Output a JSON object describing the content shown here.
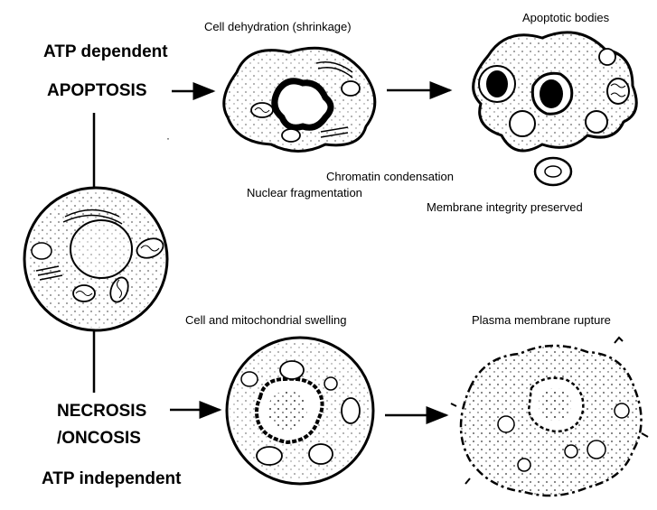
{
  "labels": {
    "atp_dependent": "ATP dependent",
    "apoptosis": "APOPTOSIS",
    "necrosis_line1": "NECROSIS",
    "necrosis_line2": "/ONCOSIS",
    "atp_independent": "ATP independent"
  },
  "annotations": {
    "cell_dehydration": "Cell dehydration (shrinkage)",
    "apoptotic_bodies": "Apoptotic bodies",
    "chromatin_condensation": "Chromatin condensation",
    "nuclear_fragmentation": "Nuclear fragmentation",
    "membrane_integrity": "Membrane integrity preserved",
    "cell_mito_swelling": "Cell and mitochondrial swelling",
    "plasma_membrane_rupture": "Plasma membrane rupture"
  }
}
